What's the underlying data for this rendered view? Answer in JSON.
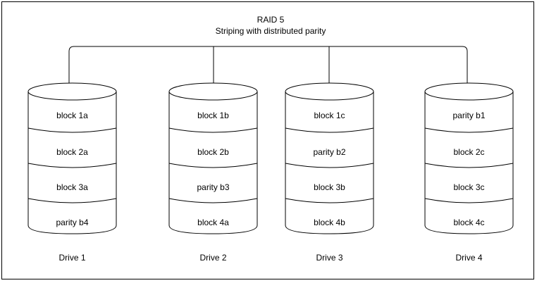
{
  "diagram": {
    "title_line1": "RAID 5",
    "title_line2": "Striping with distributed parity",
    "stroke_color": "#000000",
    "background_color": "#ffffff",
    "border_color": "#000000",
    "drives": [
      {
        "label": "Drive 1",
        "blocks": [
          "block 1a",
          "block 2a",
          "block 3a",
          "parity b4"
        ]
      },
      {
        "label": "Drive 2",
        "blocks": [
          "block 1b",
          "block 2b",
          "parity b3",
          "block 4a"
        ]
      },
      {
        "label": "Drive 3",
        "blocks": [
          "block 1c",
          "parity b2",
          "block 3b",
          "block 4b"
        ]
      },
      {
        "label": "Drive 4",
        "blocks": [
          "parity b1",
          "block 2c",
          "block 3c",
          "block 4c"
        ]
      }
    ]
  }
}
